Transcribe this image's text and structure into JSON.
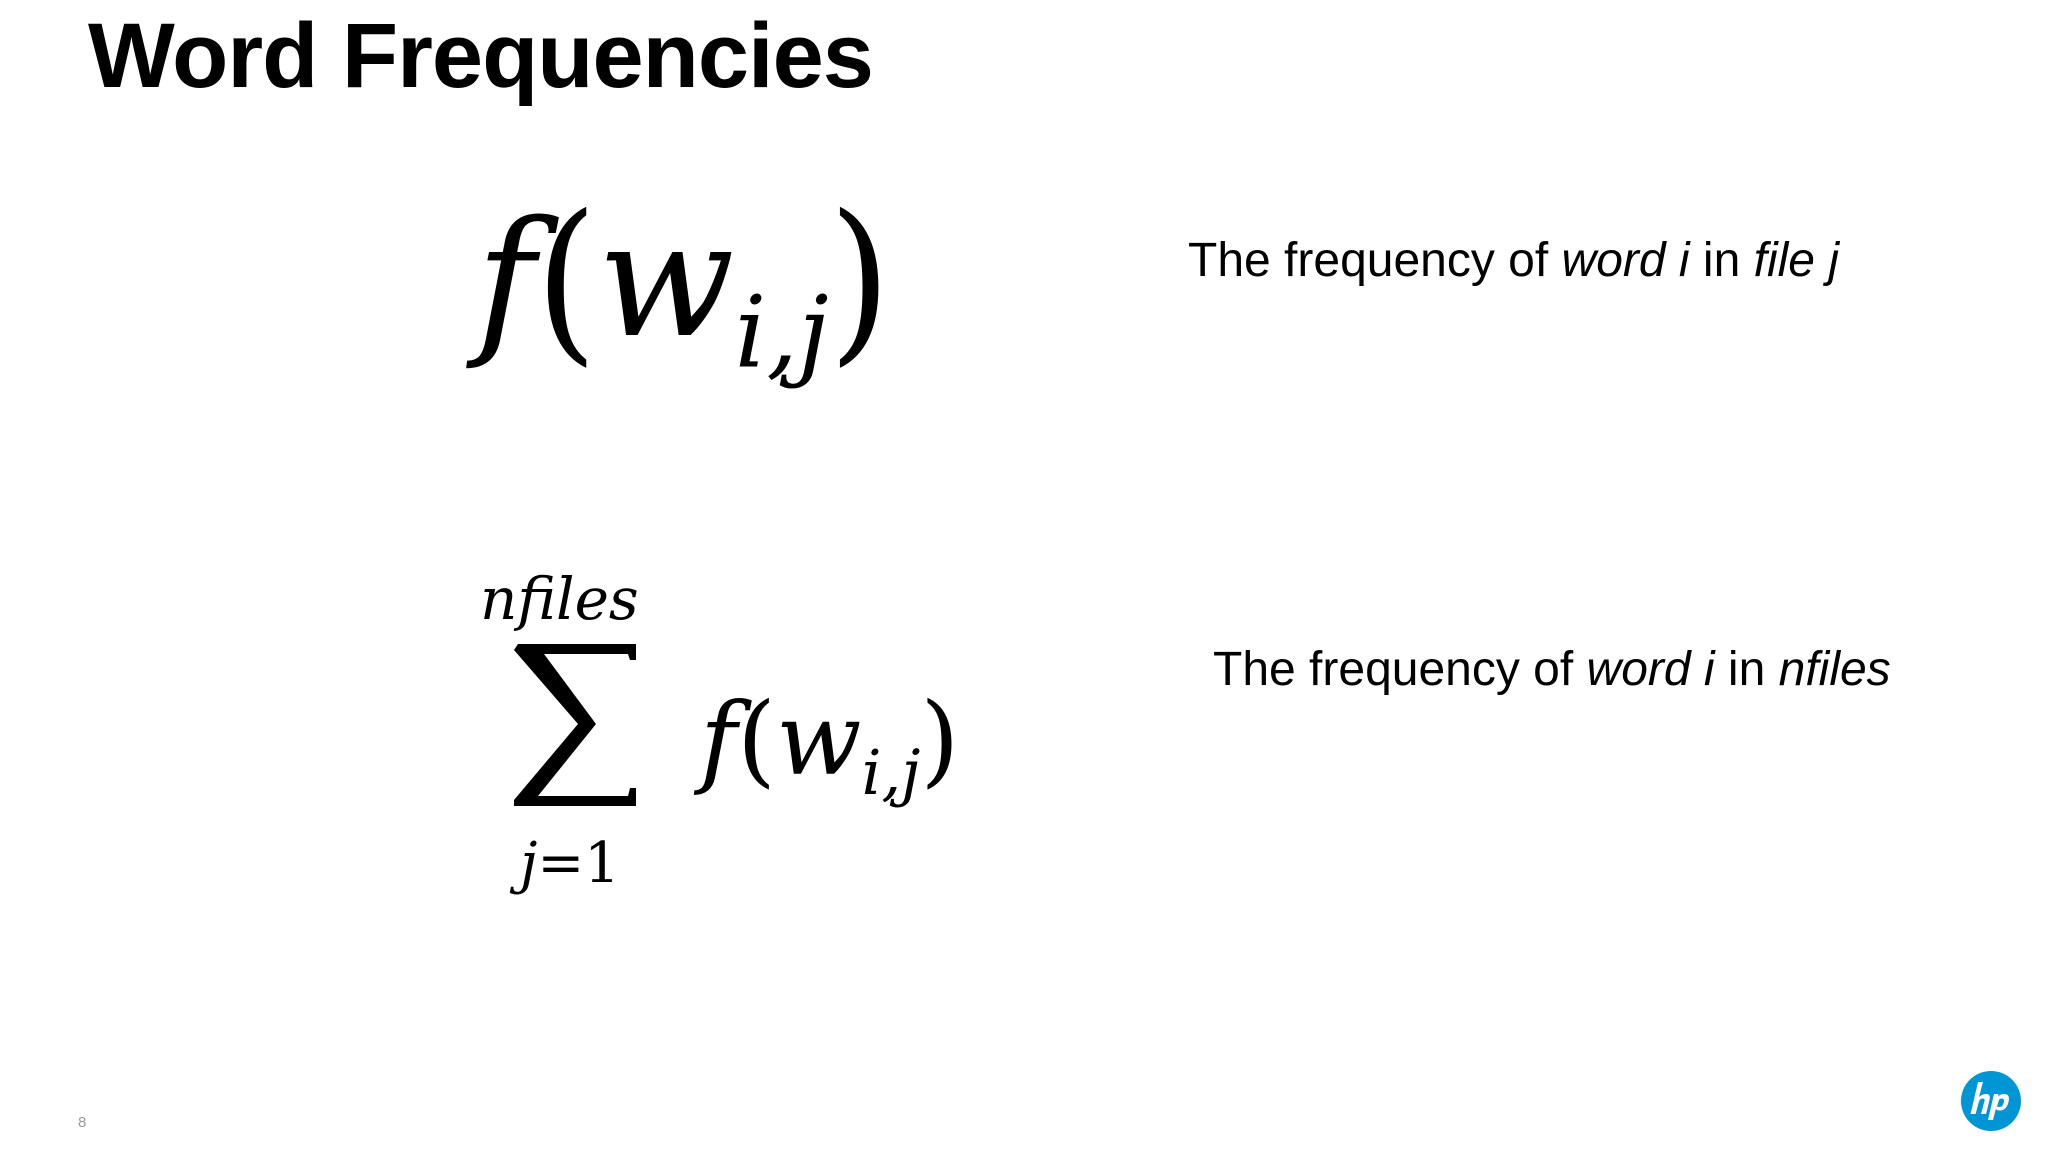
{
  "slide": {
    "title": "Word Frequencies",
    "page_number": "8"
  },
  "formula_1": {
    "func": "f",
    "open_paren": "(",
    "var": "w",
    "subscript": "i,j",
    "close_paren": ")"
  },
  "formula_2": {
    "upper_limit": "nfiles",
    "lower_index": "j",
    "lower_equals": "=1",
    "func": "f",
    "open_paren": "(",
    "var": "w",
    "subscript": "i,j",
    "close_paren": ")"
  },
  "description_1": {
    "prefix": "The frequency of ",
    "word_term": "word i",
    "middle": " in ",
    "target": "file j"
  },
  "description_2": {
    "prefix": "The frequency of ",
    "word_term": "word i",
    "middle": " in ",
    "target": "nfiles"
  },
  "logo": {
    "icon": "hp-logo-icon",
    "brand_color": "#0096D6"
  }
}
